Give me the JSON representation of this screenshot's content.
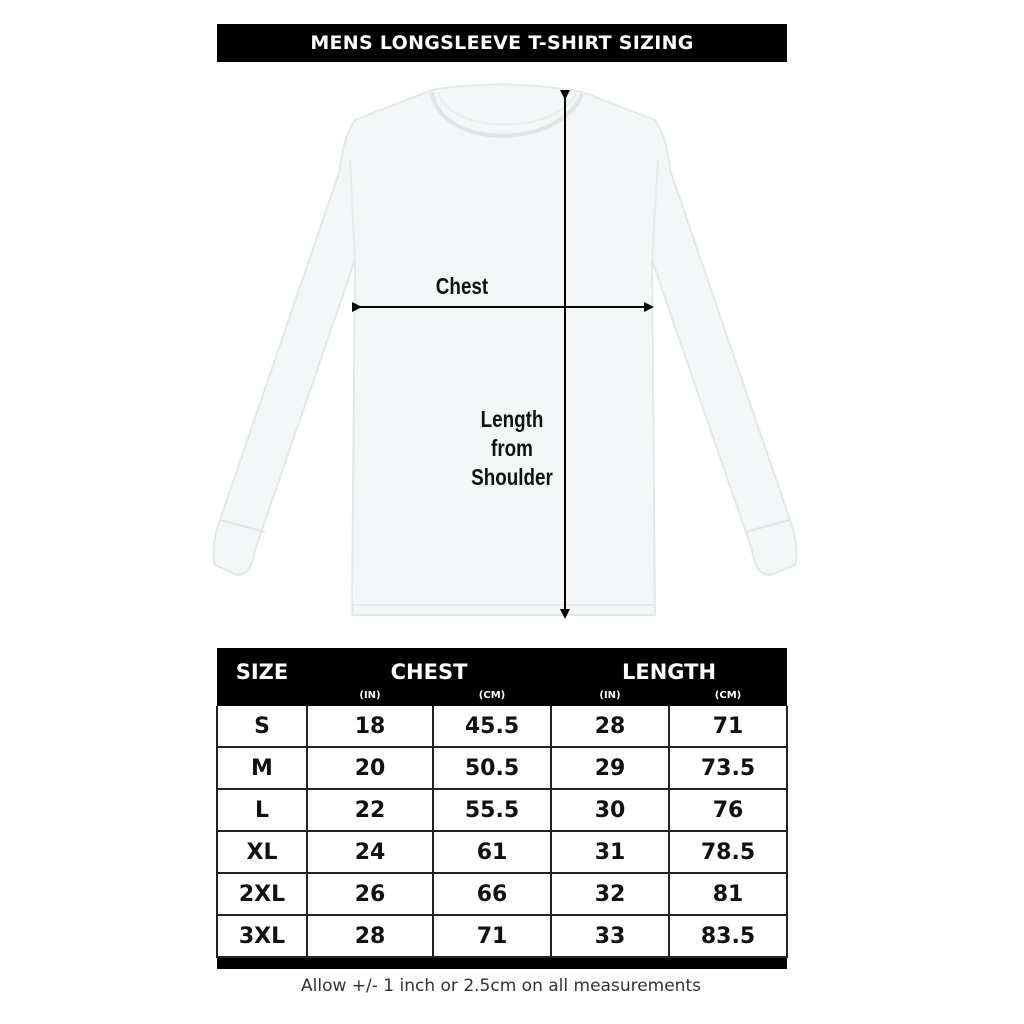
{
  "header": {
    "title": "MENS LONGSLEEVE T-SHIRT SIZING"
  },
  "diagram": {
    "garment": "white long-sleeve t-shirt",
    "chest_label": "Chest",
    "length_label_lines": [
      "Length",
      "from",
      "Shoulder"
    ],
    "arrow_color": "#000000",
    "shirt_color": "#f4f7f7"
  },
  "table": {
    "headers": {
      "size": "SIZE",
      "chest": "CHEST",
      "length": "LENGTH",
      "units": [
        "(IN)",
        "(CM)",
        "(IN)",
        "(CM)"
      ]
    },
    "rows": [
      {
        "size": "S",
        "chest_in": "18",
        "chest_cm": "45.5",
        "length_in": "28",
        "length_cm": "71"
      },
      {
        "size": "M",
        "chest_in": "20",
        "chest_cm": "50.5",
        "length_in": "29",
        "length_cm": "73.5"
      },
      {
        "size": "L",
        "chest_in": "22",
        "chest_cm": "55.5",
        "length_in": "30",
        "length_cm": "76"
      },
      {
        "size": "XL",
        "chest_in": "24",
        "chest_cm": "61",
        "length_in": "31",
        "length_cm": "78.5"
      },
      {
        "size": "2XL",
        "chest_in": "26",
        "chest_cm": "66",
        "length_in": "32",
        "length_cm": "81"
      },
      {
        "size": "3XL",
        "chest_in": "28",
        "chest_cm": "71",
        "length_in": "33",
        "length_cm": "83.5"
      }
    ],
    "header_bg": "#000000",
    "header_fg": "#ffffff"
  },
  "footer": {
    "note": "Allow +/- 1 inch or 2.5cm on all measurements"
  }
}
